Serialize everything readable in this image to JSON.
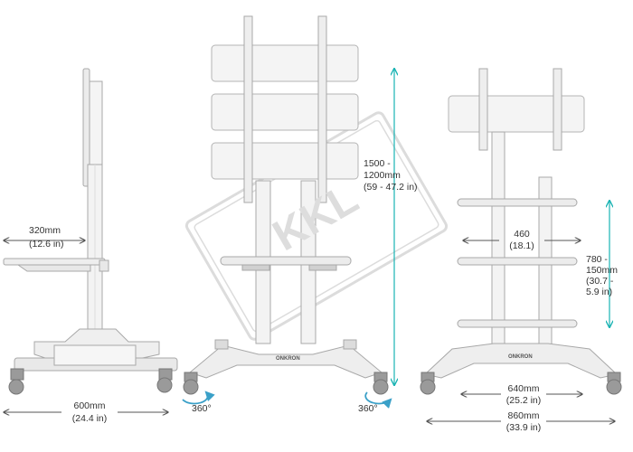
{
  "colors": {
    "frame": "#d4d4d4",
    "frame_dark": "#a8a8a8",
    "frame_fill": "#f1f1f1",
    "wheel": "#8a8a8a",
    "dimension_line": "#555555",
    "height_arrow": "#19b3b3",
    "rotate_arrow": "#3aa0c8",
    "watermark": "#d9d9d9"
  },
  "watermark": "KKL",
  "brand": "ONKRON",
  "side_view": {
    "shelf_depth": [
      "320mm",
      "(12.6 in)"
    ],
    "base_width": [
      "600mm",
      "(24.4 in)"
    ]
  },
  "front_view": {
    "height": [
      "1500 -",
      "1200mm",
      "(59 - 47.2 in)"
    ],
    "rotation_left": "360°",
    "rotation_right": "360°"
  },
  "shelf_view": {
    "shelf_width": [
      "460",
      "(18.1)"
    ],
    "shelf_spacing": [
      "780 -",
      "150mm",
      "(30.7 -",
      "5.9 in)"
    ],
    "inner_base": [
      "640mm",
      "(25.2 in)"
    ],
    "outer_base": [
      "860mm",
      "(33.9 in)"
    ]
  }
}
